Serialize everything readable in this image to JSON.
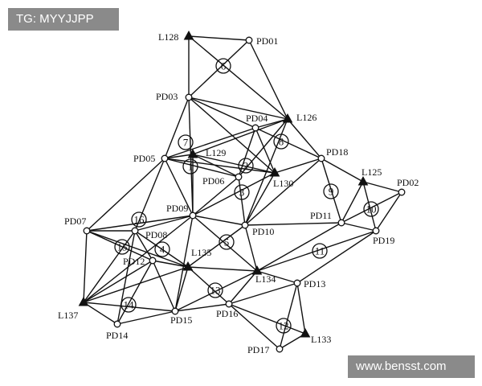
{
  "watermarks": {
    "top_left": "TG: MYYJJPP",
    "bottom_right": "www.bensst.com"
  },
  "network": {
    "nodes": [
      {
        "id": "L128",
        "kind": "known"
      },
      {
        "id": "PD01",
        "kind": "point"
      },
      {
        "id": "PD03",
        "kind": "point"
      },
      {
        "id": "PD04",
        "kind": "point"
      },
      {
        "id": "L126",
        "kind": "known"
      },
      {
        "id": "L129",
        "kind": "known"
      },
      {
        "id": "PD18",
        "kind": "point"
      },
      {
        "id": "PD05",
        "kind": "point"
      },
      {
        "id": "PD06",
        "kind": "point"
      },
      {
        "id": "L130",
        "kind": "known"
      },
      {
        "id": "L125",
        "kind": "known"
      },
      {
        "id": "PD02",
        "kind": "point"
      },
      {
        "id": "PD09",
        "kind": "point"
      },
      {
        "id": "PD11",
        "kind": "point"
      },
      {
        "id": "PD07",
        "kind": "point"
      },
      {
        "id": "PD10",
        "kind": "point"
      },
      {
        "id": "PD19",
        "kind": "point"
      },
      {
        "id": "PD08",
        "kind": "point"
      },
      {
        "id": "PD12",
        "kind": "point"
      },
      {
        "id": "L135",
        "kind": "known"
      },
      {
        "id": "L134",
        "kind": "known"
      },
      {
        "id": "PD13",
        "kind": "point"
      },
      {
        "id": "L137",
        "kind": "known"
      },
      {
        "id": "PD16",
        "kind": "point"
      },
      {
        "id": "PD14",
        "kind": "point"
      },
      {
        "id": "PD15",
        "kind": "point"
      },
      {
        "id": "L133",
        "kind": "known"
      },
      {
        "id": "PD17",
        "kind": "point"
      }
    ],
    "edges": [
      [
        "L128",
        "PD01"
      ],
      [
        "L128",
        "PD03"
      ],
      [
        "L128",
        "L126"
      ],
      [
        "PD01",
        "PD03"
      ],
      [
        "PD01",
        "L126"
      ],
      [
        "PD03",
        "PD04"
      ],
      [
        "PD03",
        "L126"
      ],
      [
        "PD03",
        "PD05"
      ],
      [
        "PD03",
        "L130"
      ],
      [
        "PD03",
        "PD09"
      ],
      [
        "PD04",
        "L126"
      ],
      [
        "PD04",
        "PD18"
      ],
      [
        "PD04",
        "PD05"
      ],
      [
        "PD04",
        "PD06"
      ],
      [
        "PD04",
        "L130"
      ],
      [
        "L126",
        "L129"
      ],
      [
        "L126",
        "PD18"
      ],
      [
        "L126",
        "PD06"
      ],
      [
        "L126",
        "PD10"
      ],
      [
        "L129",
        "PD06"
      ],
      [
        "L129",
        "L130"
      ],
      [
        "L129",
        "PD05"
      ],
      [
        "L129",
        "PD09"
      ],
      [
        "PD05",
        "PD06"
      ],
      [
        "PD05",
        "L130"
      ],
      [
        "PD05",
        "PD09"
      ],
      [
        "PD05",
        "PD07"
      ],
      [
        "PD05",
        "PD08"
      ],
      [
        "PD06",
        "PD09"
      ],
      [
        "PD06",
        "PD10"
      ],
      [
        "L130",
        "PD09"
      ],
      [
        "L130",
        "PD10"
      ],
      [
        "PD18",
        "L130"
      ],
      [
        "PD18",
        "PD10"
      ],
      [
        "PD18",
        "PD11"
      ],
      [
        "PD18",
        "L125"
      ],
      [
        "L125",
        "PD11"
      ],
      [
        "L125",
        "PD02"
      ],
      [
        "L125",
        "PD19"
      ],
      [
        "PD02",
        "PD11"
      ],
      [
        "PD02",
        "PD19"
      ],
      [
        "PD11",
        "PD10"
      ],
      [
        "PD11",
        "PD19"
      ],
      [
        "PD11",
        "L134"
      ],
      [
        "PD19",
        "L134"
      ],
      [
        "PD19",
        "PD13"
      ],
      [
        "PD09",
        "PD10"
      ],
      [
        "PD09",
        "PD07"
      ],
      [
        "PD09",
        "PD08"
      ],
      [
        "PD09",
        "L134"
      ],
      [
        "PD09",
        "PD15"
      ],
      [
        "PD09",
        "L137"
      ],
      [
        "PD10",
        "L135"
      ],
      [
        "PD10",
        "L134"
      ],
      [
        "PD07",
        "PD08"
      ],
      [
        "PD07",
        "L137"
      ],
      [
        "PD07",
        "PD12"
      ],
      [
        "PD07",
        "L135"
      ],
      [
        "PD08",
        "PD12"
      ],
      [
        "PD08",
        "L135"
      ],
      [
        "PD08",
        "L137"
      ],
      [
        "PD08",
        "PD14"
      ],
      [
        "PD12",
        "L137"
      ],
      [
        "PD12",
        "L135"
      ],
      [
        "PD12",
        "PD15"
      ],
      [
        "PD12",
        "PD14"
      ],
      [
        "L135",
        "L134"
      ],
      [
        "L135",
        "PD15"
      ],
      [
        "L135",
        "PD16"
      ],
      [
        "L135",
        "L137"
      ],
      [
        "L134",
        "PD15"
      ],
      [
        "L134",
        "PD16"
      ],
      [
        "L134",
        "PD13"
      ],
      [
        "PD13",
        "PD16"
      ],
      [
        "PD13",
        "L133"
      ],
      [
        "PD13",
        "PD17"
      ],
      [
        "PD16",
        "L133"
      ],
      [
        "PD16",
        "PD17"
      ],
      [
        "PD16",
        "PD15"
      ],
      [
        "L137",
        "PD15"
      ],
      [
        "L137",
        "PD14"
      ],
      [
        "PD14",
        "PD15"
      ],
      [
        "L133",
        "PD17"
      ]
    ],
    "loops": [
      "1",
      "2",
      "3",
      "4",
      "5",
      "6",
      "7",
      "8",
      "9",
      "10",
      "11",
      "12",
      "13",
      "14",
      "15",
      "16"
    ]
  }
}
